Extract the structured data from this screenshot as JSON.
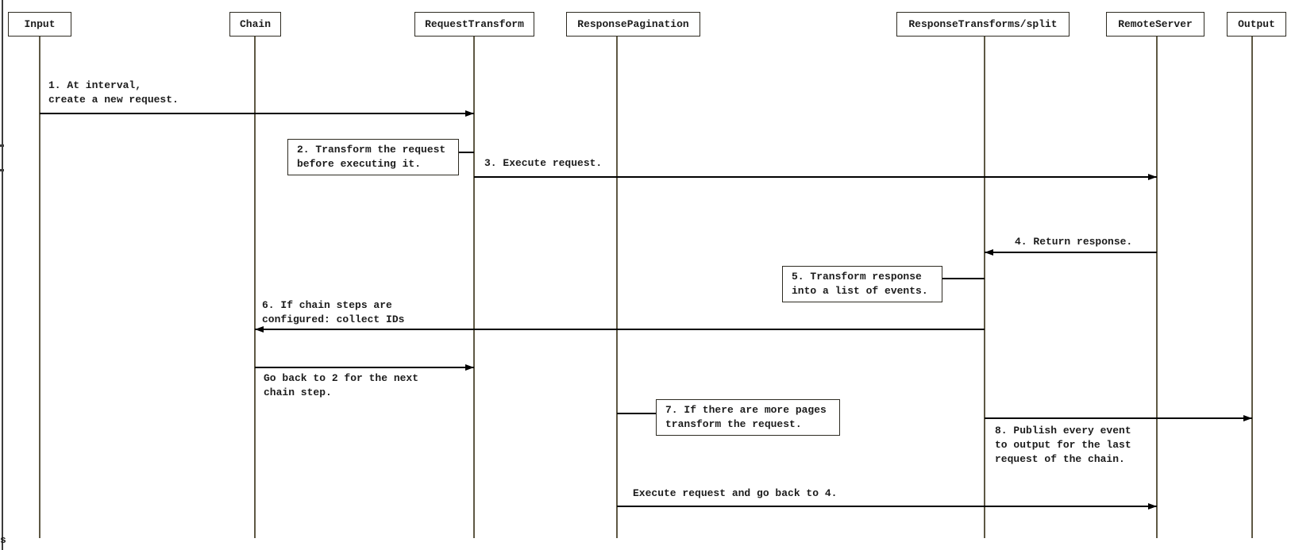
{
  "diagram": {
    "type": "sequence",
    "participants": [
      {
        "id": "input",
        "label": "Input"
      },
      {
        "id": "chain",
        "label": "Chain"
      },
      {
        "id": "request-transform",
        "label": "RequestTransform"
      },
      {
        "id": "response-pagination",
        "label": "ResponsePagination"
      },
      {
        "id": "response-transforms-split",
        "label": "ResponseTransforms/split"
      },
      {
        "id": "remote-server",
        "label": "RemoteServer"
      },
      {
        "id": "output",
        "label": "Output"
      }
    ],
    "messages": [
      {
        "label": "1. At interval,\ncreate a new request.",
        "from": "Input",
        "to": "RequestTransform"
      },
      {
        "label": "3. Execute request.",
        "from": "RequestTransform",
        "to": "RemoteServer"
      },
      {
        "label": "4. Return response.",
        "from": "RemoteServer",
        "to": "ResponseTransforms/split"
      },
      {
        "label": "6. If chain steps are\nconfigured: collect IDs",
        "from": "ResponseTransforms/split",
        "to": "Chain"
      },
      {
        "label": "Go back to 2 for the next\nchain step.",
        "from": "Chain",
        "to": "RequestTransform"
      },
      {
        "label": "8. Publish every event\nto output for the last\nrequest of the chain.",
        "from": "ResponseTransforms/split",
        "to": "Output"
      },
      {
        "label": "Execute request and go back to 4.",
        "from": "ResponsePagination",
        "to": "RemoteServer"
      }
    ],
    "notes": [
      {
        "label": "2. Transform the request\nbefore executing it.",
        "attached_to": "RequestTransform"
      },
      {
        "label": "5. Transform response\ninto a list of events.",
        "attached_to": "ResponseTransforms/split"
      },
      {
        "label": "7. If there are more pages\ntransform the request.",
        "attached_to": "ResponsePagination"
      }
    ],
    "artifacts": {
      "bottom_left_text": "s"
    }
  },
  "colors": {
    "background": "#ffffff",
    "arrow": "#000000",
    "lifeline": "#5e5844",
    "box_border": "#2e2b22",
    "text": "#1c1c1c"
  }
}
